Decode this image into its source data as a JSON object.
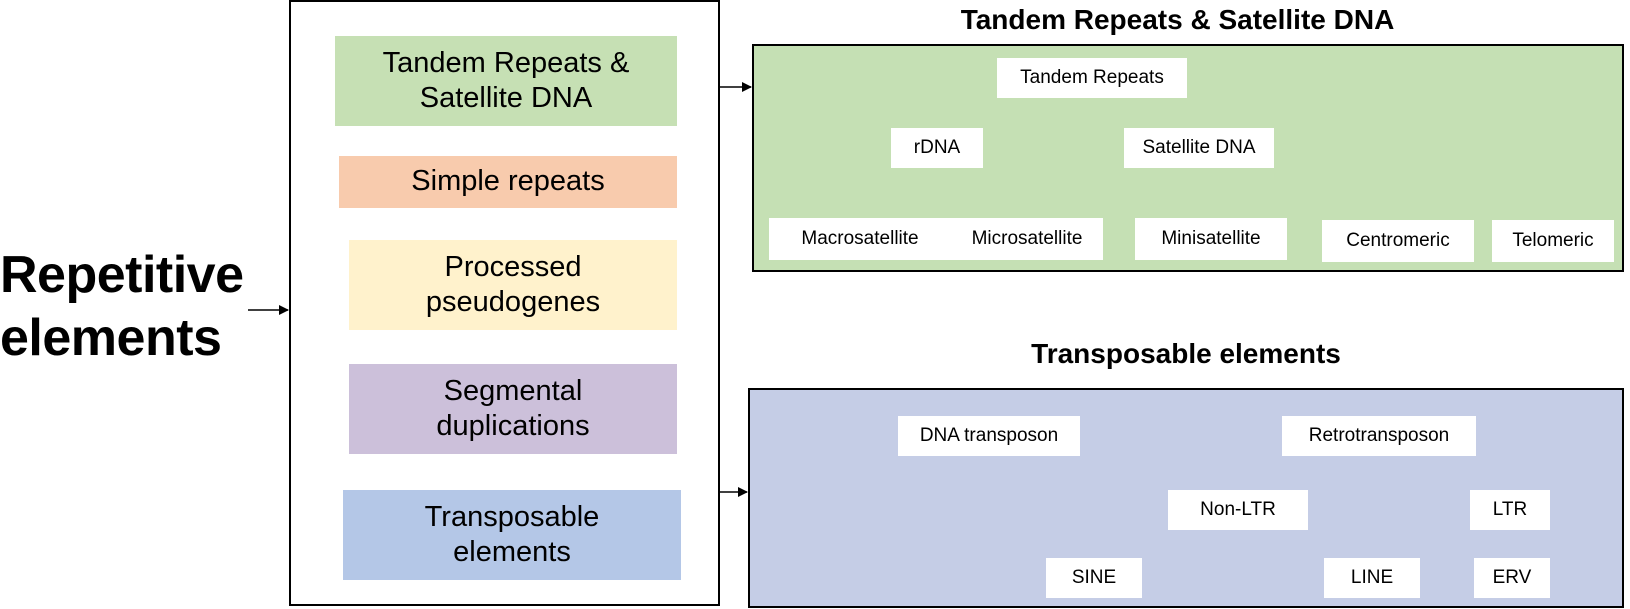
{
  "main_title": "Repetitive\nelements",
  "categories": [
    {
      "label": "Tandem Repeats &\nSatellite DNA",
      "color": "#c6e0b4"
    },
    {
      "label": "Simple repeats",
      "color": "#f8cbad"
    },
    {
      "label": "Processed\npseudogenes",
      "color": "#fff2cc"
    },
    {
      "label": "Segmental\nduplications",
      "color": "#ccc0da"
    },
    {
      "label": "Transposable\nelements",
      "color": "#b4c7e7"
    }
  ],
  "tandem": {
    "title": "Tandem Repeats & Satellite DNA",
    "panel_color": "#c5e0b4",
    "nodes": {
      "root": "Tandem Repeats",
      "rdna": "rDNA",
      "satellite": "Satellite DNA",
      "macro": "Macrosatellite",
      "micro": "Microsatellite",
      "mini": "Minisatellite",
      "centromeric": "Centromeric",
      "telomeric": "Telomeric"
    }
  },
  "transposable": {
    "title": "Transposable elements",
    "panel_color": "#c5cde6",
    "nodes": {
      "dna_transposon": "DNA transposon",
      "retrotransposon": "Retrotransposon",
      "non_ltr": "Non-LTR",
      "ltr": "LTR",
      "sine": "SINE",
      "line": "LINE",
      "erv": "ERV"
    }
  }
}
